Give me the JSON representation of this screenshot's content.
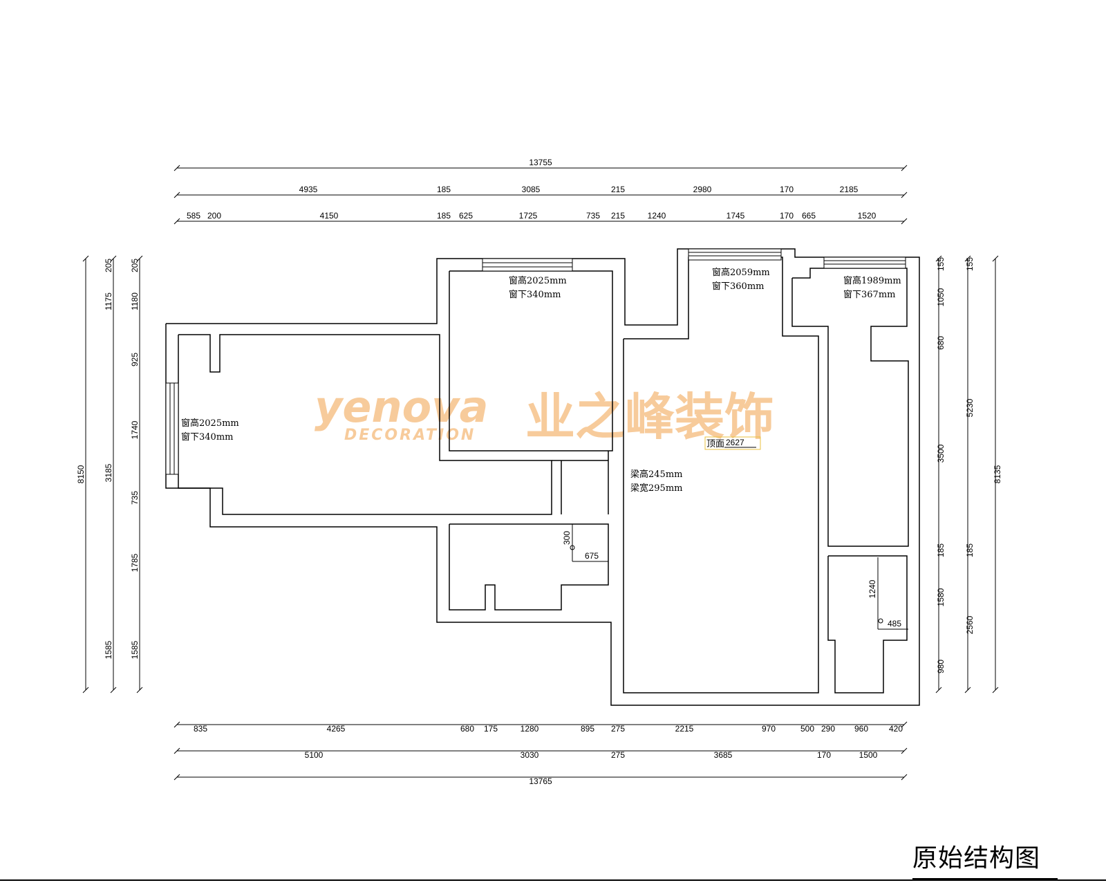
{
  "title": "原始结构图",
  "watermark": {
    "en": "yenova",
    "sub": "DECORATION",
    "cn": "业之峰装饰",
    "color": "#f6c28a"
  },
  "dims": {
    "top": {
      "total": "13755",
      "row2": [
        "4935",
        "185",
        "3085",
        "215",
        "2980",
        "170",
        "2185"
      ],
      "row3": [
        "585",
        "200",
        "4150",
        "185",
        "625",
        "1725",
        "735",
        "215",
        "1240",
        "1745",
        "170",
        "665",
        "1520"
      ]
    },
    "bottom": {
      "row1": [
        "835",
        "4265",
        "680",
        "175",
        "1280",
        "895",
        "275",
        "2215",
        "970",
        "500",
        "290",
        "960",
        "420"
      ],
      "row2": [
        "5100",
        "3030",
        "275",
        "3685",
        "170",
        "1500"
      ],
      "total": "13765"
    },
    "left": {
      "total": "8150",
      "col2": [
        "205",
        "1175",
        "3185",
        "1585"
      ],
      "col3": [
        "205",
        "1180",
        "925",
        "1740",
        "735",
        "1785",
        "1585"
      ]
    },
    "right": {
      "col1": [
        "155",
        "1050",
        "680",
        "3500",
        "185",
        "1580",
        "980"
      ],
      "col2": [
        "155",
        "5230",
        "185",
        "2560"
      ],
      "total": "8135"
    }
  },
  "annotations": {
    "w1_h": "窗高2025mm",
    "w1_b": "窗下340mm",
    "w2_h": "窗高2025mm",
    "w2_b": "窗下340mm",
    "w3_h": "窗高2059mm",
    "w3_b": "窗下360mm",
    "w4_h": "窗高1989mm",
    "w4_b": "窗下367mm",
    "beam_h": "梁高245mm",
    "beam_w": "梁宽295mm",
    "ceiling_label": "顶面",
    "ceiling_value": "2627",
    "k_300": "300",
    "k_675": "675",
    "b_1240": "1240",
    "b_485": "485"
  }
}
